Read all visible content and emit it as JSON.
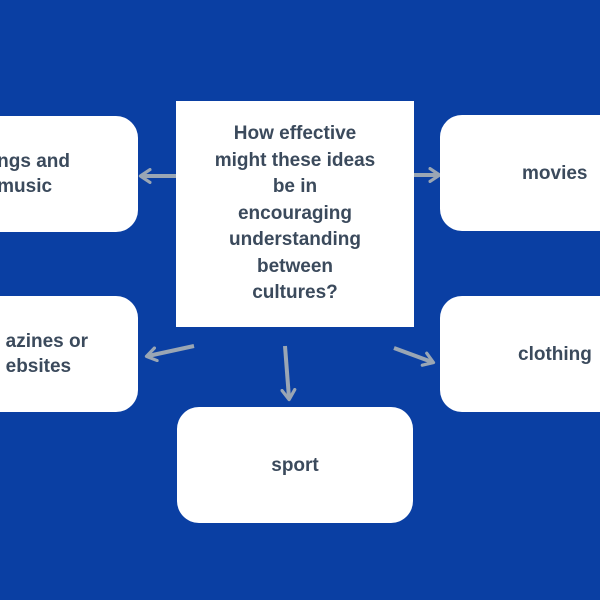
{
  "diagram": {
    "center": {
      "text": "How effective\nmight these ideas\nbe in\nencouraging\nunderstanding\nbetween\ncultures?"
    },
    "nodes": {
      "songs": "ngs and\nmusic",
      "movies": "movies",
      "magazines": "azines or\nebsites",
      "clothing": "clothing",
      "sport": "sport"
    }
  },
  "colors": {
    "background": "#0a3fa3",
    "node_fill": "#ffffff",
    "text": "#3b4a5c",
    "arrow": "#9aa6b4"
  }
}
